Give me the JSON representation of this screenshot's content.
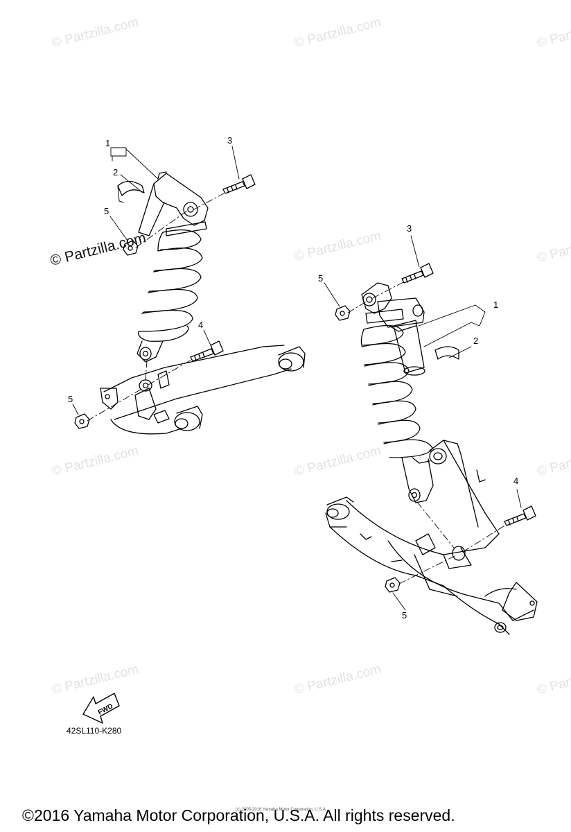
{
  "watermark": "© Partzilla.com",
  "watermark_main": "© Partzilla.com",
  "callouts": {
    "left": {
      "part1": "1",
      "part2": "2",
      "part3": "3",
      "part4": "4",
      "part5a": "5",
      "part5b": "5"
    },
    "right": {
      "part1": "1",
      "part2": "2",
      "part3": "3",
      "part4": "4",
      "part5a": "5",
      "part5b": "5"
    }
  },
  "fwd_label": "FWD",
  "diagram_code": "42SL110-K280",
  "copyright": "©2016 Yamaha Motor Corporation, U.S.A. All rights reserved.",
  "copyright_small": "(c) 2005-2016 Yamaha Motor Corporation, U.S.A."
}
